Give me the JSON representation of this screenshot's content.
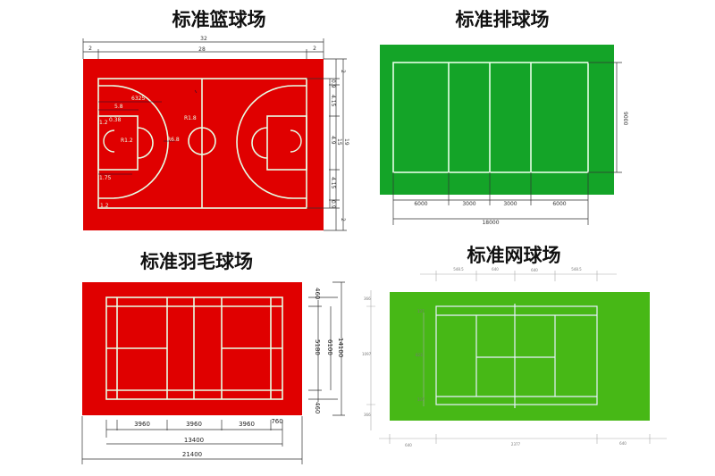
{
  "colors": {
    "red": "#e00000",
    "green": "#129a2c",
    "volley_green": "#14a428",
    "tennis_green": "#47b816",
    "tennis_blue": "#2e6fb8",
    "line": "#e6ffe6"
  },
  "basketball": {
    "title": "标准篮球场",
    "top_dims": {
      "total": "32",
      "left": "2",
      "inner": "28",
      "right": "2"
    },
    "right_dims": {
      "top_margin": "2",
      "a": "0.9",
      "b": "4.15",
      "c": "4.9",
      "d": "4.15",
      "e": "0.9",
      "bottom_margin": "2",
      "inner": "15",
      "total": "19"
    },
    "annotations": {
      "three_point": "6325",
      "key_length": "5.8",
      "center_radius": "R1.8",
      "arc_radius": "R6.8",
      "ft_radius": "R1.2",
      "a": "1.2",
      "b": "0.38",
      "c": "1.75",
      "d": "1.2"
    }
  },
  "volleyball": {
    "title": "标准排球场",
    "bottom_dims": [
      "6000",
      "3000",
      "3000",
      "6000"
    ],
    "total_width": "18000",
    "height": "9000"
  },
  "badminton": {
    "title": "标准羽毛球场",
    "bottom_dims": [
      "3960",
      "3960",
      "3960",
      "760"
    ],
    "court_length": "13400",
    "total_length": "21400",
    "right_dims": {
      "top": "460",
      "middle": "5180",
      "bottom": "460",
      "court_width": "6100",
      "total_width": "14100"
    }
  },
  "tennis": {
    "title": "标准网球场",
    "top_dims": [
      "548.5",
      "640",
      "640",
      "548.5"
    ],
    "left_dims": {
      "top": "366",
      "middle": "1097",
      "bottom": "366"
    },
    "inner_dims": {
      "top": "137",
      "middle": "823",
      "bottom": "137"
    },
    "bottom_dims": [
      "640",
      "2377",
      "640"
    ]
  }
}
